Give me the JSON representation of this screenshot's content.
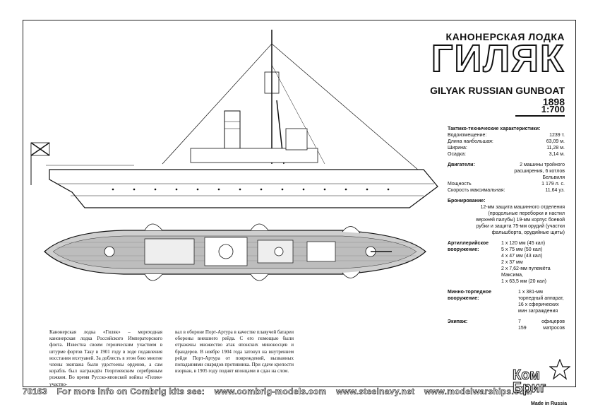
{
  "header": {
    "subtitle_ru": "КАНОНЕРСКАЯ ЛОДКА",
    "title_ru": "ГИЛЯК",
    "title_en": "GILYAK RUSSIAN GUNBOAT 1898",
    "scale": "1:700"
  },
  "specs": {
    "heading": "Тактико-технические характеристики:",
    "main": [
      {
        "label": "Водоизмещение:",
        "value": "1239 т."
      },
      {
        "label": "Длина наибольшая:",
        "value": "63,09 м."
      },
      {
        "label": "Ширина:",
        "value": "11,28 м."
      },
      {
        "label": "Осадка:",
        "value": "3,14 м."
      }
    ],
    "engines_label": "Двигатели:",
    "engines_value": "2 машины тройного расширения, 6 котлов Бельвиля",
    "power_label": "Мощность",
    "power_value": "1 179 л. с.",
    "speed_label": "Скорость максимальная:",
    "speed_value": "11,64 уз.",
    "armor_label": "Бронирование:",
    "armor_value": "12-мм защита машинного отделения (продольные переборки и настил верхней палубы) 19-мм корпус боевой рубки и защита 75-мм орудий (участки фальшборта, орудийные щиты)",
    "artillery_label": "Артиллерийское вооружение:",
    "artillery": [
      "1 x 120 мм (45 кал)",
      "5 x 75 мм (50 кал)",
      "4 x 47 мм (43 кал)",
      "2 x 37 мм",
      "2 x 7,62-мм пулемёта Максима,",
      "1 x 63,5 мм (20 кал)"
    ],
    "torpedo_label": "Минно-торпедное вооружение:",
    "torpedo_value": "1 x 381-мм торпедный аппарат, 16 x сферических мин заграждения",
    "crew_label": "Экипаж:",
    "crew": [
      {
        "count": "7",
        "role": "офицеров"
      },
      {
        "count": "159",
        "role": "матросов"
      }
    ]
  },
  "history": {
    "col1": "Канонерская лодка «Гиляк» – мореходная канонерская лодка Российского Императорского флота. Известна своим героическим участием в штурме фортов Таку в 1901 году в ходе подавления восстания ихэтуаней. За доблесть в этом бою многие члены экипажа были удостоены орденов, а сам корабль был награждён Георгиевским серебряным рожком. Во время Русско-японской войны «Гиляк» участво-",
    "col2": "вал в обороне Порт-Артура в качестве плавучей батареи обороны внешнего рейда. С его помощью были отражены множество атак японских миноносцев и брандеров. В ноябре 1904 года затонул на внутреннем рейде Порт-Артура от повреждений, вызванных попаданиями снарядов противника. При сдаче крепости взорван, в 1905 году поднят японцами и сдан на слом."
  },
  "footer": {
    "code": "70163",
    "info": "For more info on Combrig kits see:",
    "links": [
      "www.combrig-models.com",
      "www.steelnavy.net",
      "www.modelwarships.com"
    ]
  },
  "logo": {
    "line1": "Ком",
    "line2": "Бриг",
    "made_in": "Made in Russia"
  }
}
